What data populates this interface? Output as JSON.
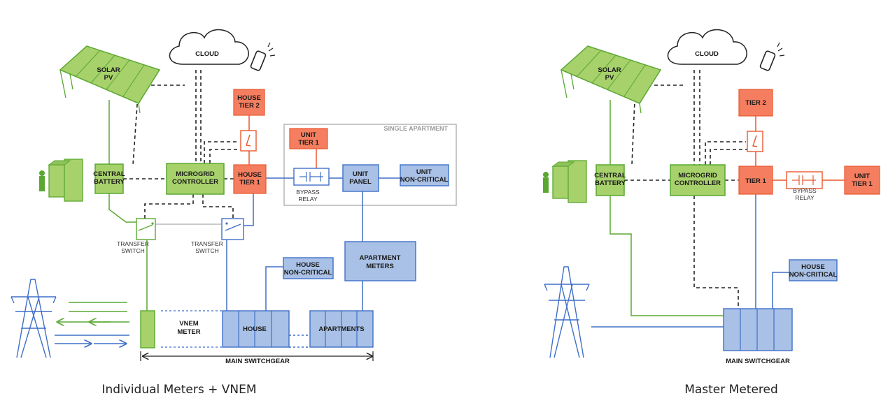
{
  "colors": {
    "green_fill": "#a7d16b",
    "green_stroke": "#5aa832",
    "blue_fill": "#a9c1e6",
    "blue_stroke": "#3f6fc8",
    "orange_fill": "#f47e5f",
    "orange_stroke": "#e9572f",
    "control_line": "#222222",
    "apartment_box": "#b5b5b5"
  },
  "left": {
    "caption": "Individual Meters + VNEM",
    "cloud": "CLOUD",
    "solar": [
      "SOLAR",
      "PV"
    ],
    "central_battery": [
      "CENTRAL",
      "BATTERY"
    ],
    "microgrid_controller": [
      "MICROGRID",
      "CONTROLLER"
    ],
    "house_tier2": [
      "HOUSE",
      "TIER 2"
    ],
    "house_tier1": [
      "HOUSE",
      "TIER 1"
    ],
    "single_apartment": "SINGLE APARTMENT",
    "unit_tier1": [
      "UNIT",
      "TIER 1"
    ],
    "bypass_relay": [
      "BYPASS",
      "RELAY"
    ],
    "unit_panel": [
      "UNIT",
      "PANEL"
    ],
    "unit_noncritical": [
      "UNIT",
      "NON-CRITICAL"
    ],
    "transfer_switch_1": [
      "TRANSFER",
      "SWITCH"
    ],
    "transfer_switch_2": [
      "TRANSFER",
      "SWITCH"
    ],
    "apartment_meters": [
      "APARTMENT",
      "METERS"
    ],
    "house_noncritical": [
      "HOUSE",
      "NON-CRITICAL"
    ],
    "vnem_meter": [
      "VNEM",
      "METER"
    ],
    "house": "HOUSE",
    "apartments": "APARTMENTS",
    "main_switchgear": "MAIN SWITCHGEAR"
  },
  "right": {
    "caption": "Master Metered",
    "cloud": "CLOUD",
    "solar": [
      "SOLAR",
      "PV"
    ],
    "central_battery": [
      "CENTRAL",
      "BATTERY"
    ],
    "microgrid_controller": [
      "MICROGRID",
      "CONTROLLER"
    ],
    "tier2": "TIER 2",
    "tier1": "TIER 1",
    "bypass_relay": [
      "BYPASS",
      "RELAY"
    ],
    "unit_tier1": [
      "UNIT",
      "TIER 1"
    ],
    "house_noncritical": [
      "HOUSE",
      "NON-CRITICAL"
    ],
    "main_switchgear": "MAIN SWITCHGEAR"
  },
  "icons": [
    "cloud-icon",
    "phone-icon",
    "solar-panel-icon",
    "battery-icon",
    "power-tower-icon",
    "transfer-switch-icon",
    "relay-icon",
    "breaker-icon"
  ]
}
